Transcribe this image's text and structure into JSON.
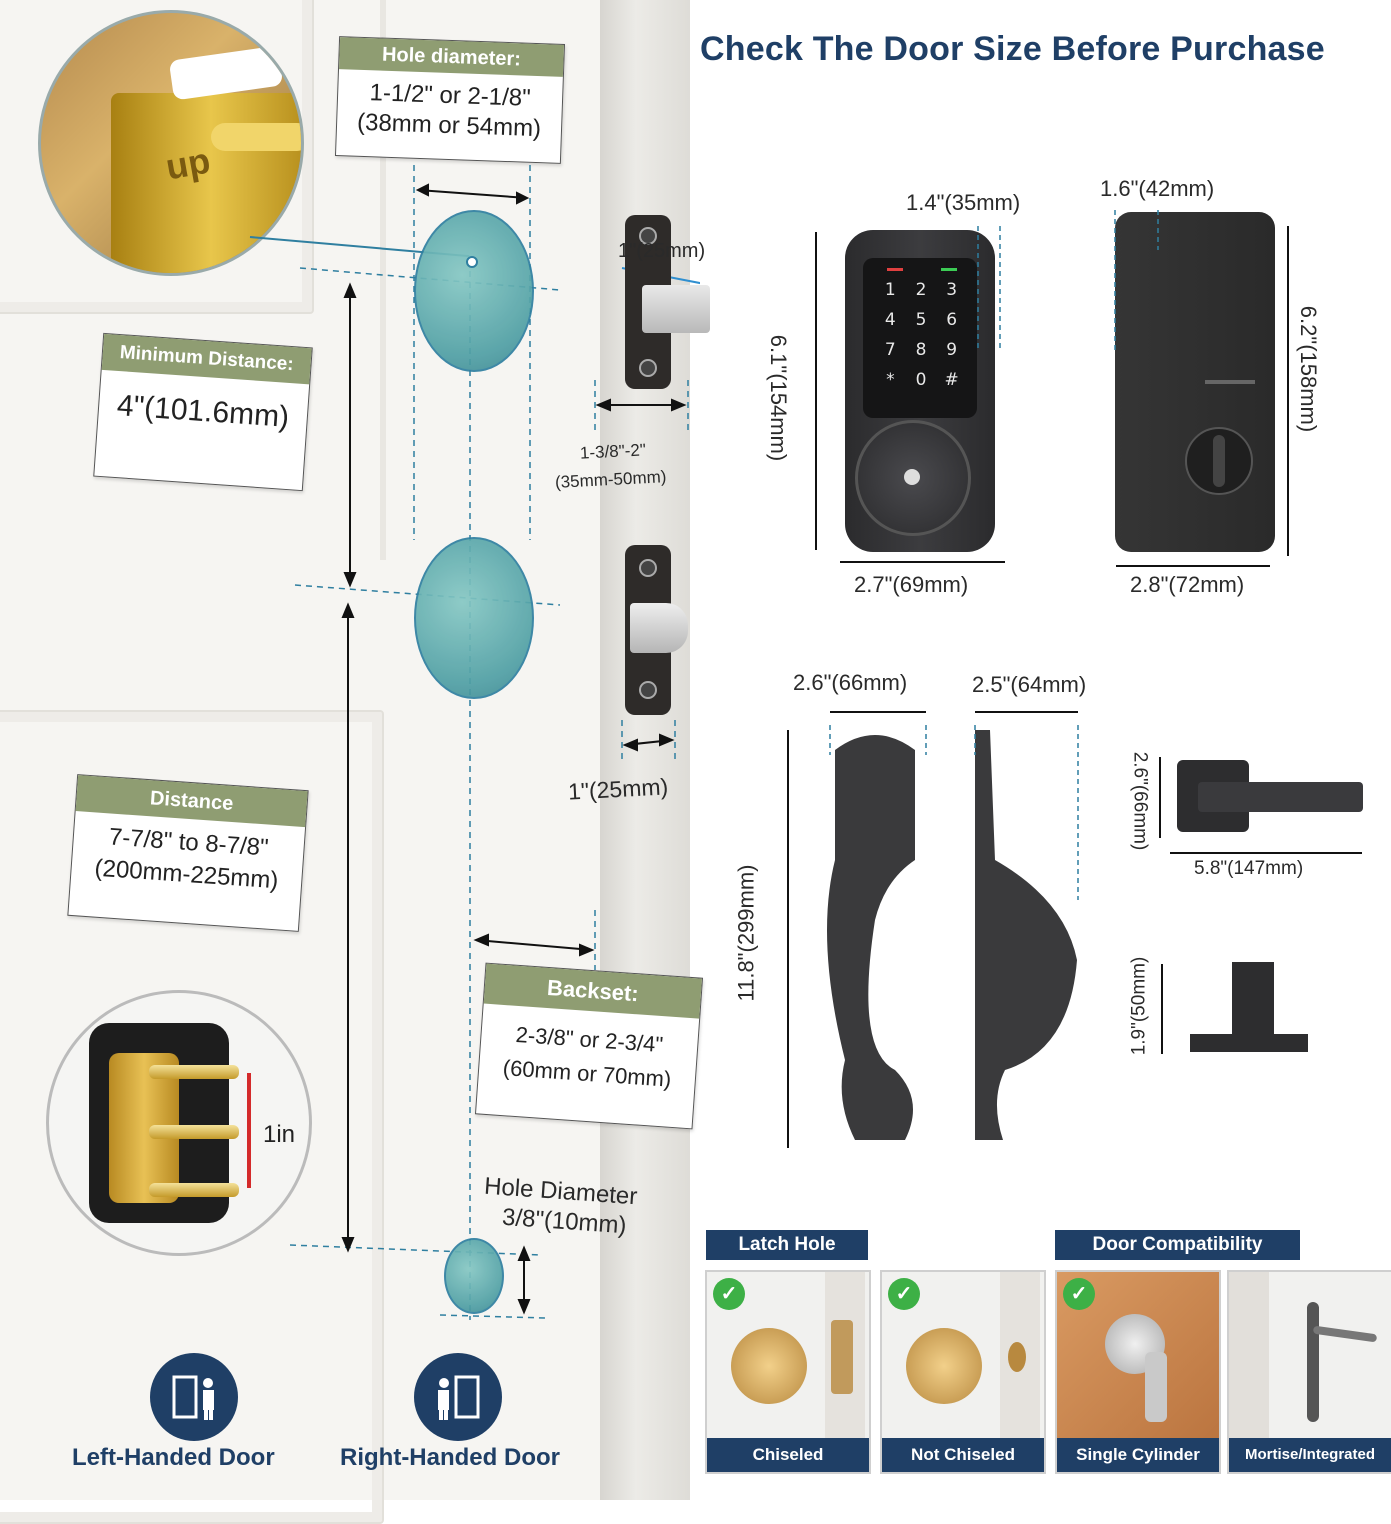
{
  "title": "Check The Door Size Before Purchase",
  "door_labels": {
    "hole_diameter": {
      "heading": "Hole diameter:",
      "line1": "1-1/2\" or 2-1/8\"",
      "line2": "(38mm or 54mm)"
    },
    "minimum_distance": {
      "heading": "Minimum Distance:",
      "value": "4\"(101.6mm)"
    },
    "distance": {
      "heading": "Distance",
      "line1": "7-7/8\" to 8-7/8\"",
      "line2": "(200mm-225mm)"
    },
    "backset": {
      "heading": "Backset:",
      "line1": "2-3/8\" or 2-3/4\"",
      "line2": "(60mm or 70mm)"
    },
    "small_hole": {
      "line1": "Hole Diameter",
      "line2": "3/8\"(10mm)"
    },
    "strike_edge_top": "1\"(25mm)",
    "edge_width_line1": "1-3/8\"-2\"",
    "edge_width_line2": "(35mm-50mm)",
    "latch_width": "1\"(25mm)",
    "pin_spacing": "1in",
    "up_mark": "up"
  },
  "product_dims": {
    "keypad_depth": "1.4\"(35mm)",
    "keypad_height": "6.1\"(154mm)",
    "keypad_width": "2.7\"(69mm)",
    "interior_depth": "1.6\"(42mm)",
    "interior_height": "6.2\"(158mm)",
    "interior_width": "2.8\"(72mm)",
    "handle_front_width": "2.6\"(66mm)",
    "handle_side_width": "2.5\"(64mm)",
    "handle_height": "11.8\"(299mm)",
    "lever_height": "2.6\"(66mm)",
    "lever_width": "5.8\"(147mm)",
    "knob_height": "1.9\"(50mm)"
  },
  "keypad_keys": [
    "1",
    "2",
    "3",
    "4",
    "5",
    "6",
    "7",
    "8",
    "9",
    "*",
    "0",
    "#"
  ],
  "latch_hole": {
    "tag": "Latch Hole",
    "items": [
      {
        "caption": "Chiseled",
        "status": "ok"
      },
      {
        "caption": "Not Chiseled",
        "status": "ok"
      }
    ]
  },
  "door_compat": {
    "tag": "Door Compatibility",
    "items": [
      {
        "caption": "Single Cylinder",
        "status": "ok"
      },
      {
        "caption": "Mortise/Integrated",
        "status": "no"
      }
    ]
  },
  "handedness": {
    "left": "Left-Handed Door",
    "right": "Right-Handed Door"
  },
  "colors": {
    "navy": "#1f3f66",
    "olive": "#8f9d72",
    "ok": "#3db046",
    "no": "#d8262f",
    "teal": "#4f9fa4"
  }
}
